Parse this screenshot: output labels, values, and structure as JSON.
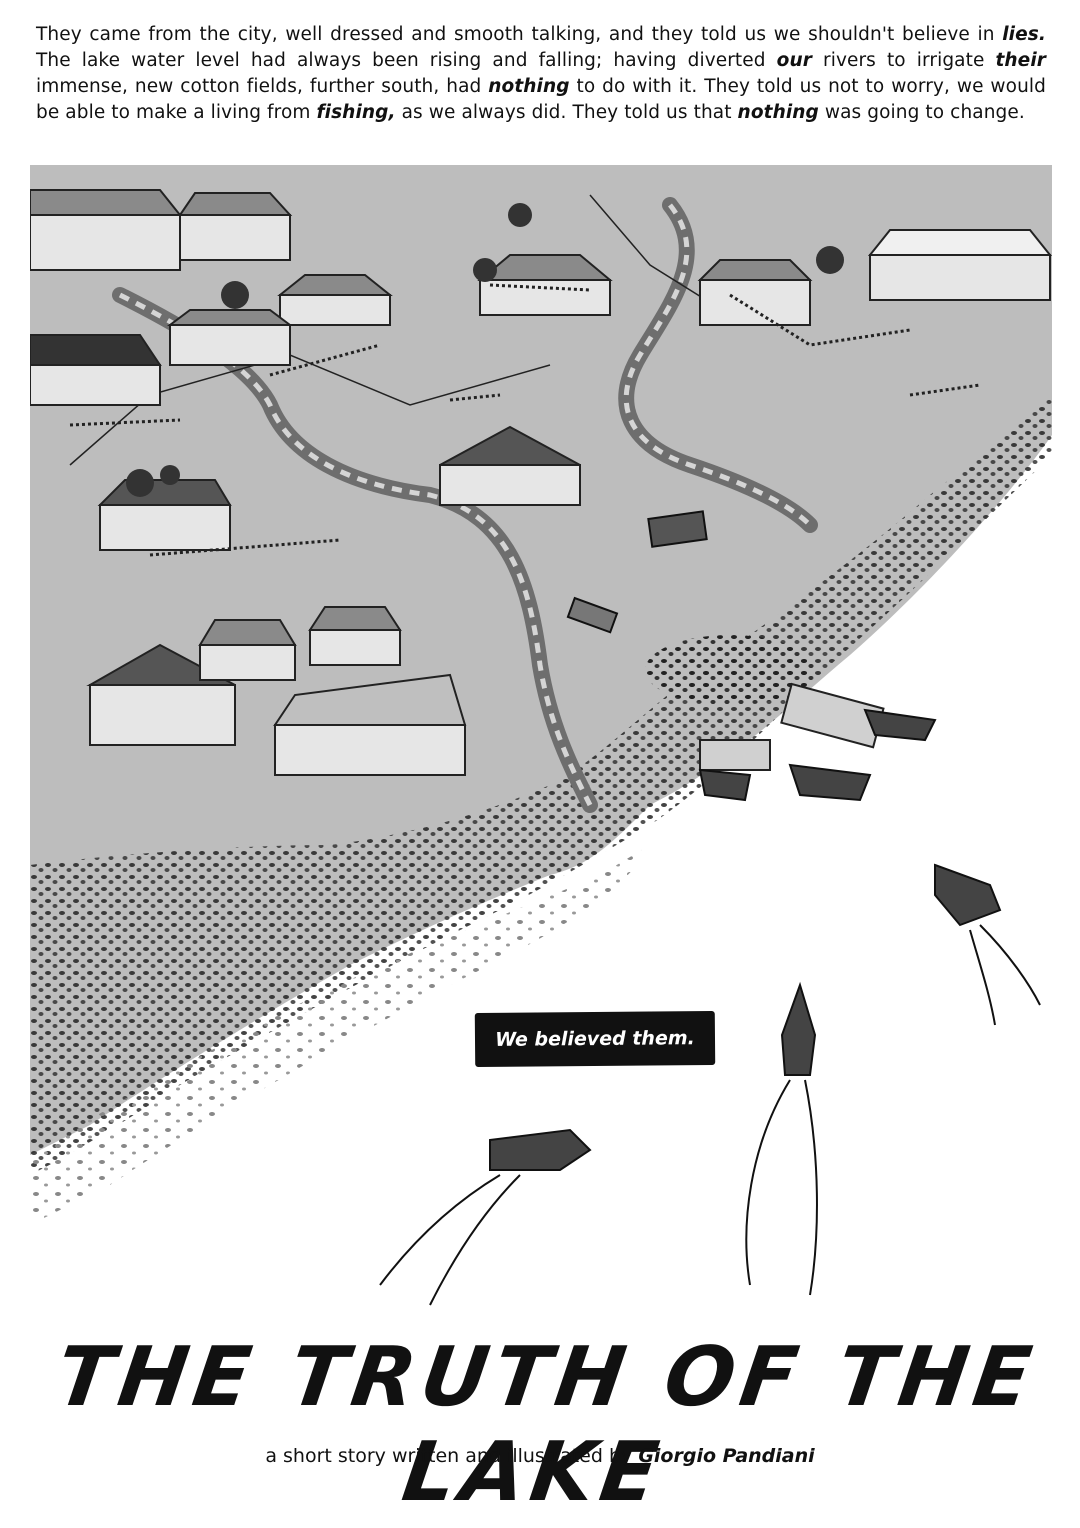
{
  "narration": {
    "line1": "They came from the city, well dressed and smooth talking, and they told us we shouldn't believe in ",
    "line1_em": "lies.",
    "line2a": " The lake water level had always been rising and falling; having diverted ",
    "line2_em1": "our",
    "line2b": " rivers to irrigate ",
    "line2_em2": "their",
    "line2c": " immense, new cotton fields, further south, had ",
    "line3_em": "nothing",
    "line3a": " to do with it. They told us not to worry, we would be able to make a living from ",
    "line4_em1": "fishing,",
    "line4a": " as we always did. They told us that ",
    "line4_em2": "nothing",
    "line4b": " was going to change."
  },
  "caption": "We believed them.",
  "title": "THE TRUTH OF THE LAKE",
  "credit": {
    "prefix": "a short story written and illustrated by ",
    "author": "Giorgio Pandiani"
  },
  "colors": {
    "ink": "#111111",
    "land": "#bdbdbd",
    "water": "#ffffff",
    "roof": "#8a8a8a",
    "wall": "#e6e6e6"
  }
}
